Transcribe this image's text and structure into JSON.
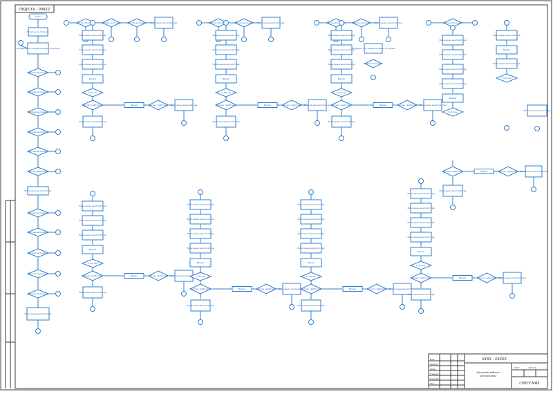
{
  "drawing": {
    "code_top": "ПКДУ.ХХ - 006Х2",
    "code_main": "ХХХХ - ХХХХХ",
    "caption": "Алгоритм работы\nконтроллера",
    "org": "СПбГУ МИХ",
    "sheet_label": "Лист",
    "sheets_label": "Листов"
  },
  "stamp_rows": [
    "Изм.",
    "Разраб.",
    "Пров.",
    "Т.контр.",
    "Н.контр.",
    "Утв."
  ],
  "flow": {
    "start": "Пуск",
    "nodes": [
      "Включение питания",
      "Проверка состояния входных сигналов",
      "Датчик включен?",
      "Выход",
      "Да",
      "Нет",
      "Время",
      "Т>20 сек",
      "Датчик сработал?",
      "Включение вентилятора",
      "Сброс"
    ]
  },
  "colors": {
    "flow": "#2f7fd0",
    "frame": "#3a3a3a",
    "paper": "#ffffff"
  }
}
